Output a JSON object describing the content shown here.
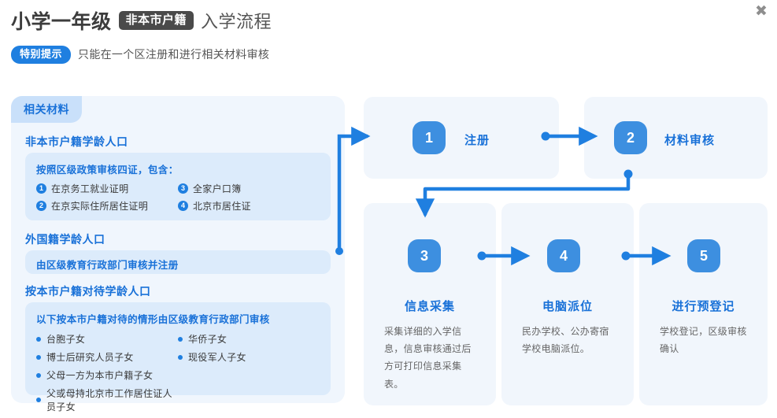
{
  "header": {
    "title": "小学一年级",
    "chip": "非本市户籍",
    "suffix": "入学流程",
    "tip_chip": "特别提示",
    "tip_text": "只能在一个区注册和进行相关材料审核",
    "close_icon": "close-icon"
  },
  "left_panel": {
    "tab_label": "相关材料",
    "sections": [
      {
        "title": "非本市户籍学龄人口",
        "card_title": "按照区级政策审核四证，包含：",
        "numbered_items": [
          {
            "num": "1",
            "label": "在京务工就业证明"
          },
          {
            "num": "3",
            "label": "全家户口簿"
          },
          {
            "num": "2",
            "label": "在京实际住所居住证明"
          },
          {
            "num": "4",
            "label": "北京市居住证"
          }
        ]
      },
      {
        "title": "外国籍学龄人口",
        "plain_text": "由区级教育行政部门审核并注册"
      },
      {
        "title": "按本市户籍对待学龄人口",
        "card_title": "以下按本市户籍对待的情形由区级教育行政部门审核",
        "bullet_items": [
          "台胞子女",
          "华侨子女",
          "博士后研究人员子女",
          "现役军人子女",
          "父母一方为本市户籍子女",
          "",
          "父或母持北京市工作居住证人员子女",
          ""
        ]
      }
    ]
  },
  "flow": {
    "steps": [
      {
        "num": "1",
        "title": "注册",
        "desc": ""
      },
      {
        "num": "2",
        "title": "材料审核",
        "desc": ""
      },
      {
        "num": "3",
        "title": "信息采集",
        "desc": "采集详细的入学信息，信息审核通过后方可打印信息采集表。"
      },
      {
        "num": "4",
        "title": "电脑派位",
        "desc": "民办学校、公办寄宿学校电脑派位。"
      },
      {
        "num": "5",
        "title": "进行预登记",
        "desc": "学校登记，区级审核确认"
      }
    ]
  },
  "colors": {
    "accent": "#1f7fe0",
    "accent_light": "#3d8fe0",
    "panel_bg": "#f0f6fd",
    "card_bg": "#dcebfb",
    "flow_bg": "#f1f6fc",
    "tab_bg": "#c9e0fa",
    "title_dark": "#3c3c3c",
    "chip_dark": "#4a4a4a",
    "body_text": "#3a3a3a",
    "desc_text": "#666666"
  }
}
